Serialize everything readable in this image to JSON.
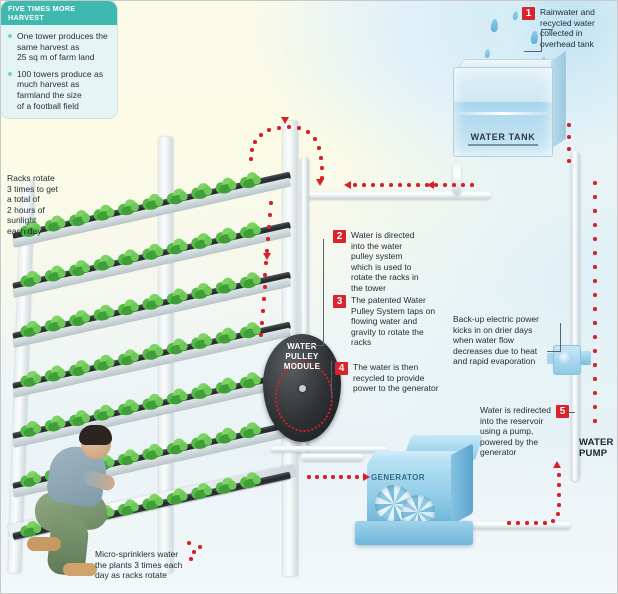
{
  "figure": {
    "title": "Vertical farming water pulley tower system diagram",
    "accent_red": "#d9232d",
    "accent_teal": "#3fb8b0",
    "plant_green": "#57b94a",
    "machine_blue": "#8cc9e6"
  },
  "annotations": {
    "racks_rotate": "Racks rotate\n3 times to get\na total of\n2 hours of\nsunlight\neach day",
    "racks_rotate_lines": [
      "Racks rotate",
      "3 times to get",
      "a total of",
      "2 hours of",
      "sunlight",
      "each day"
    ],
    "backup_power_lines": [
      "Back-up electric power",
      "kicks in on drier days",
      "when water flow",
      "decreases due to heat",
      "and rapid evaporation"
    ],
    "sprinklers_lines": [
      "Micro-sprinklers water",
      "the plants 3 times each",
      "day as racks rotate"
    ]
  },
  "steps": [
    {
      "number": "1",
      "lines": [
        "Rainwater and",
        "recycled water",
        "collected in",
        "overhead tank"
      ]
    },
    {
      "number": "2",
      "lines": [
        "Water is directed",
        "into the water",
        "pulley system",
        "which is used to",
        "rotate the racks in",
        "the tower"
      ]
    },
    {
      "number": "3",
      "lines": [
        "The patented Water",
        "Pulley System taps on",
        "flowing water and",
        "gravity to rotate the",
        "racks"
      ]
    },
    {
      "number": "4",
      "lines": [
        "The water is then",
        "recycled to provide",
        "power to the generator"
      ]
    },
    {
      "number": "5",
      "lines": [
        "Water is redirected",
        "into the reservoir",
        "using a pump,",
        "powered by the",
        "generator"
      ]
    }
  ],
  "harvest_box": {
    "header": "FIVE TIMES MORE HARVEST",
    "items": [
      [
        "One tower produces the",
        "same harvest as",
        "25 sq m of farm land"
      ],
      [
        "100 towers produce as",
        "much harvest as",
        "farmland the size",
        "of a football field"
      ]
    ]
  },
  "equipment_labels": {
    "water_tank": "WATER TANK",
    "pulley_module": [
      "WATER",
      "PULLEY",
      "MODULE"
    ],
    "generator": "GENERATOR",
    "water_pump": [
      "WATER",
      "PUMP"
    ]
  }
}
